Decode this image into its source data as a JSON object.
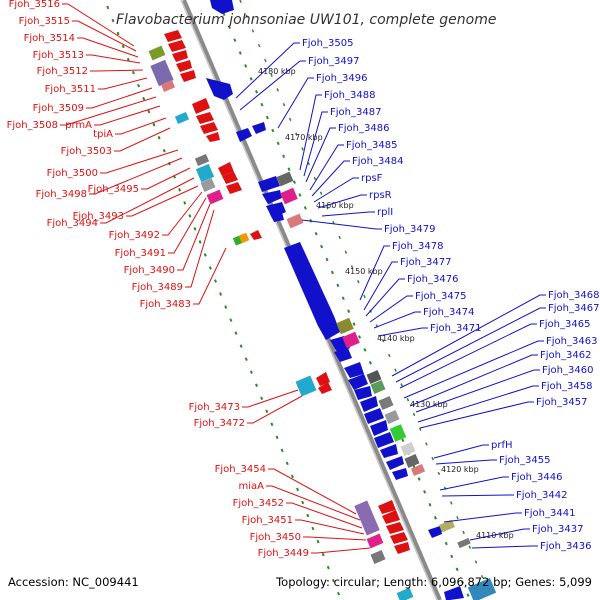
{
  "title": "Flavobacterium johnsoniae UW101, complete genome",
  "footer": {
    "accession": "Accession: NC_009441",
    "summary": "Topology: circular; Length: 6,096,872 bp; Genes: 5,099"
  },
  "colors": {
    "reverse_strand": "#dd1111",
    "forward_strand": "#1111cc",
    "backbone": "#8a8a8a",
    "dotted_track": "#2a8a2a"
  },
  "scale_ticks": [
    "4180 kbp",
    "4170 kbp",
    "4160 kbp",
    "4150 kbp",
    "4140 kbp",
    "4130 kbp",
    "4120 kbp",
    "4110 kbp"
  ],
  "left_labels": [
    "Fjoh_3516",
    "Fjoh_3515",
    "Fjoh_3514",
    "Fjoh_3513",
    "Fjoh_3512",
    "Fjoh_3511",
    "Fjoh_3509",
    "Fjoh_3508",
    "prmA",
    "tpiA",
    "Fjoh_3503",
    "Fjoh_3500",
    "Fjoh_3498",
    "Fjoh_3495",
    "Fjoh_3494",
    "Fjoh_3493",
    "Fjoh_3492",
    "Fjoh_3491",
    "Fjoh_3490",
    "Fjoh_3489",
    "Fjoh_3483",
    "Fjoh_3473",
    "Fjoh_3472",
    "Fjoh_3454",
    "miaA",
    "Fjoh_3452",
    "Fjoh_3451",
    "Fjoh_3450",
    "Fjoh_3449"
  ],
  "right_labels": [
    "Fjoh_3505",
    "Fjoh_3497",
    "Fjoh_3496",
    "Fjoh_3488",
    "Fjoh_3487",
    "Fjoh_3486",
    "Fjoh_3485",
    "Fjoh_3484",
    "rpsF",
    "rpsR",
    "rplI",
    "Fjoh_3479",
    "Fjoh_3478",
    "Fjoh_3477",
    "Fjoh_3476",
    "Fjoh_3475",
    "Fjoh_3474",
    "Fjoh_3471",
    "Fjoh_3468",
    "Fjoh_3467",
    "Fjoh_3465",
    "Fjoh_3463",
    "Fjoh_3462",
    "Fjoh_3460",
    "Fjoh_3458",
    "Fjoh_3457",
    "prfH",
    "Fjoh_3455",
    "Fjoh_3446",
    "Fjoh_3442",
    "Fjoh_3441",
    "Fjoh_3437",
    "Fjoh_3436"
  ]
}
